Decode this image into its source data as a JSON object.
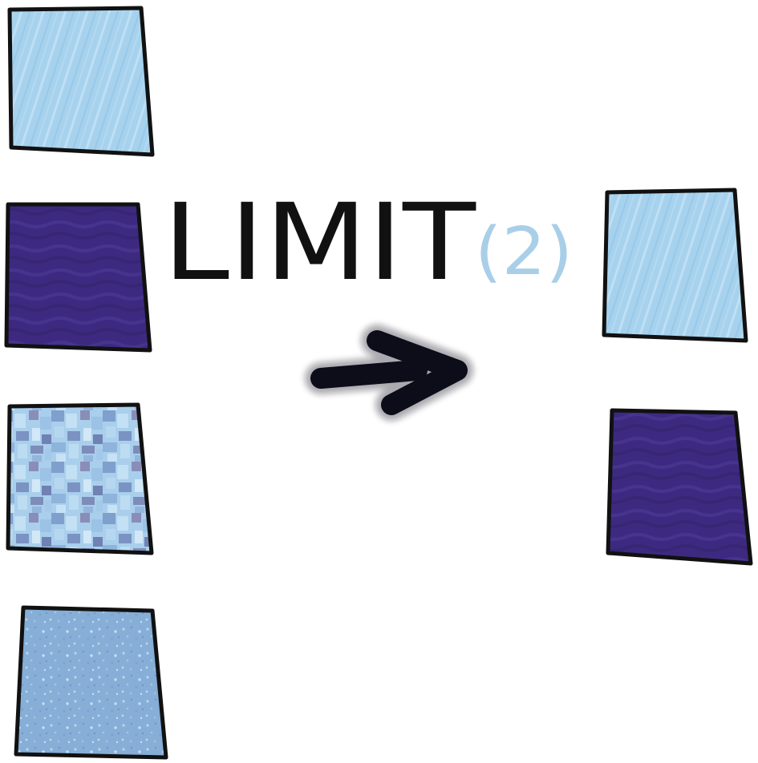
{
  "operation": {
    "keyword": "LIMIT",
    "argument": "(2)",
    "argument_color": "#a9cfe8"
  },
  "input_tiles": [
    {
      "pattern": "light-blue-streaked",
      "color": "#a7d2ee"
    },
    {
      "pattern": "dark-purple",
      "color": "#3d2a80"
    },
    {
      "pattern": "blue-mosaic",
      "color": "#9bbfe0"
    },
    {
      "pattern": "blue-speckled",
      "color": "#86aed6"
    }
  ],
  "output_tiles": [
    {
      "pattern": "light-blue-streaked",
      "color": "#a7d2ee"
    },
    {
      "pattern": "dark-purple",
      "color": "#3d2a80"
    }
  ],
  "colors": {
    "outline": "#111111",
    "arrow": "#0d0d1a",
    "background": "#ffffff"
  }
}
